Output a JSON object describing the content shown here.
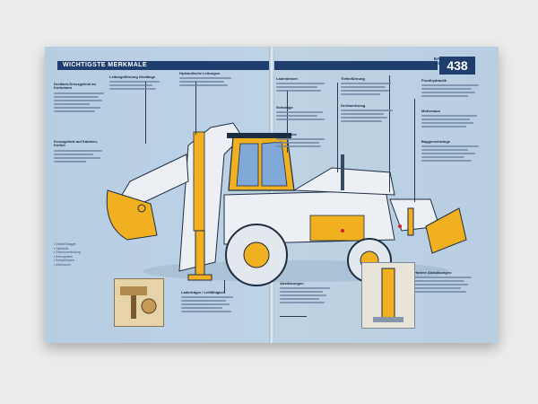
{
  "section_title": "WICHTIGSTE MERKMALE",
  "page_label": "BAGGERLADER MIT SCHIEBESCHLITTEN",
  "page_number": "438",
  "callouts": {
    "left": [
      {
        "heading": "Dreifach-Kreuzgelenk an Kurbelarm",
        "lines": 7
      },
      {
        "heading": "Kreuzgelenk auf Kabinen-Kurbel",
        "lines": 5
      },
      {
        "heading": "Leitungsführung Gestänge",
        "lines": 5
      },
      {
        "heading": "Hydraulische Leitungen",
        "lines": 4
      }
    ],
    "bottom_left": [
      {
        "heading": "Laderträger / Leitfähigkeit",
        "lines": 4
      },
      {
        "heading": "Abstützungen",
        "lines": 7
      },
      {
        "heading": "Hintere Abstützungen",
        "lines": 6
      }
    ],
    "right": [
      {
        "heading": "Laderahmen",
        "lines": 4
      },
      {
        "heading": "Schwinge",
        "lines": 5
      },
      {
        "heading": "Motorhaube",
        "lines": 6
      },
      {
        "heading": "Tiefenführung",
        "lines": 5
      },
      {
        "heading": "Drehwerkzeug",
        "lines": 6
      },
      {
        "heading": "Fronthydraulik",
        "lines": 5
      },
      {
        "heading": "Motorraum",
        "lines": 5
      },
      {
        "heading": "Baggerschwinge",
        "lines": 5
      }
    ]
  },
  "notes": [
    "Gestell Bagger",
    "Hydraulik",
    "Gelenkverbindung",
    "Kreuzgelenk",
    "Schwenkwerk",
    "Motorraum"
  ],
  "colors": {
    "accent": "#1f3d6e",
    "machine": "#f0b020",
    "page": "#b8cde0"
  }
}
